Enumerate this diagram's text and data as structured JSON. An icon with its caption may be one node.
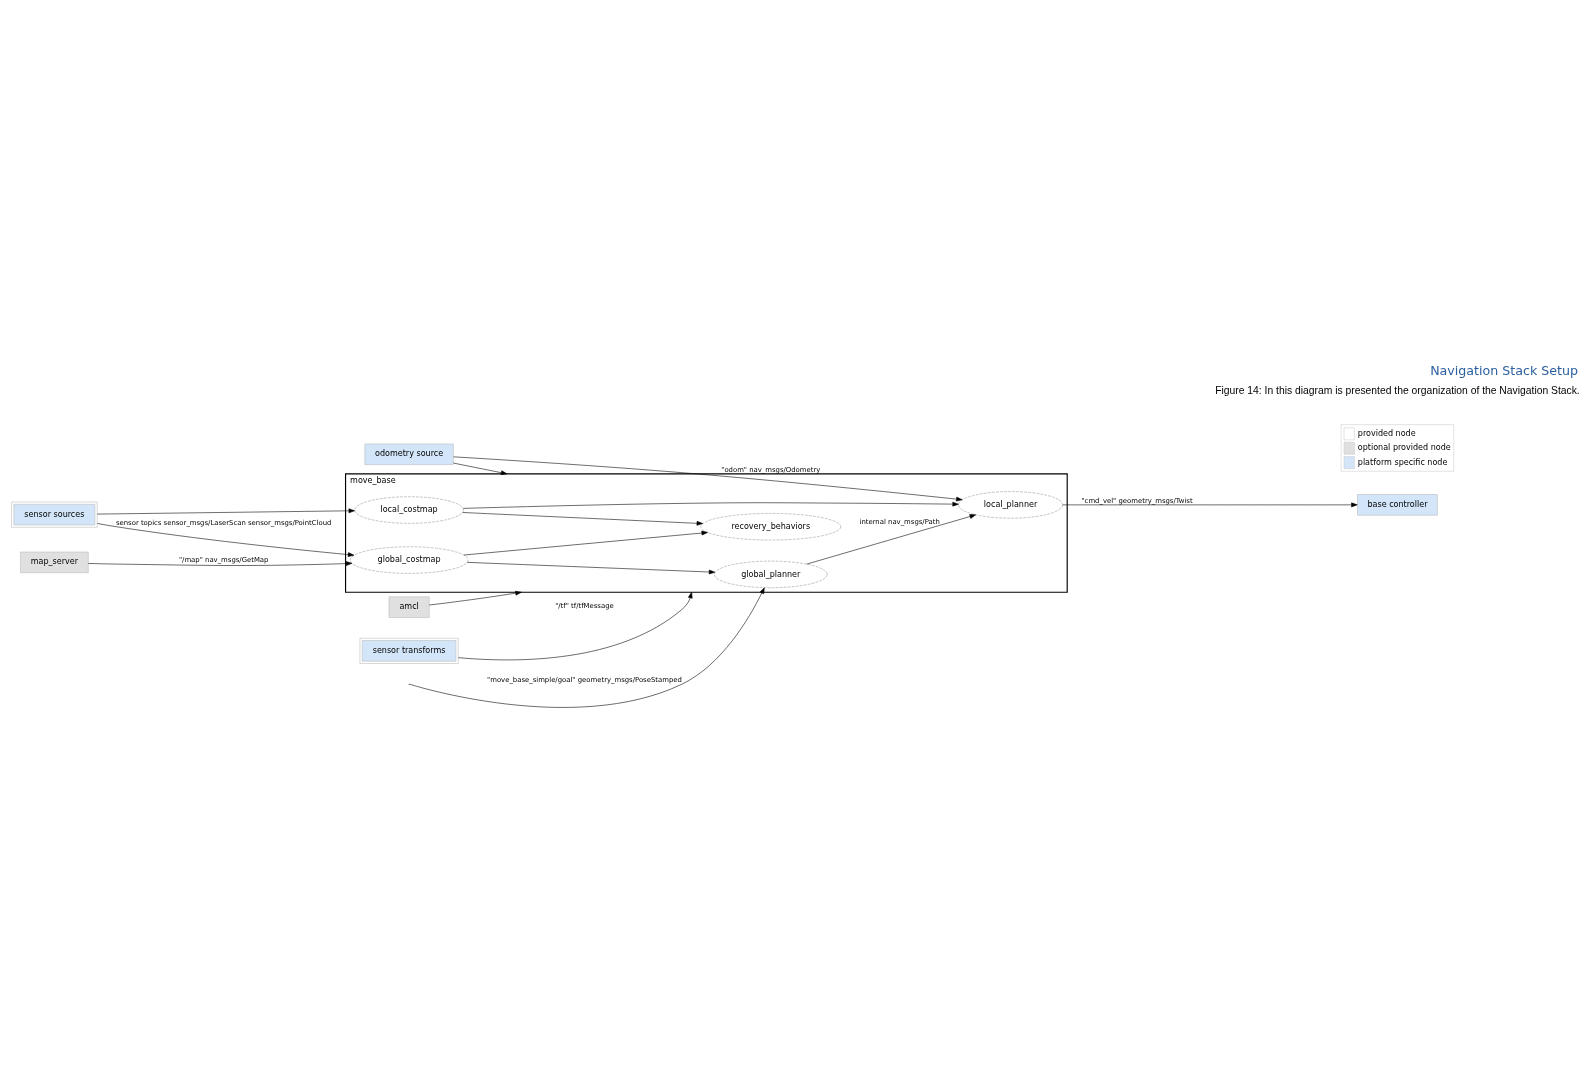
{
  "diagram": {
    "title": "Navigation Stack Setup",
    "caption": "Figure 14: In this diagram is presented the organization of the Navigation Stack.",
    "nodes": [
      {
        "text": [
          "move_base"
        ]
      },
      {
        "text": [
          "global_planner"
        ],
        "in": 0
      },
      {
        "text": [
          "global_costmap"
        ],
        "in": 0
      },
      {
        "text": [
          "recovery_behaviors"
        ],
        "in": 0
      },
      {
        "text": [
          "local_planner"
        ],
        "in": 0
      },
      {
        "text": [
          "local_costmap"
        ],
        "in": 0
      },
      {
        "text": [
          "amcl"
        ]
      },
      {
        "text": [
          "sensor transforms"
        ]
      },
      {
        "text": [
          "odometry source"
        ]
      },
      {
        "text": [
          "map_server"
        ]
      },
      {
        "text": [
          "sensor sources"
        ]
      },
      {
        "text": [
          "base controller"
        ]
      }
    ],
    "edges": [
      {
        "from": null,
        "to": 1,
        "arrow": "to",
        "label": "\"move_base_simple/goal\" geometry_msgs/PoseStamped"
      },
      {
        "from": 6,
        "to": 0,
        "arrow": "to"
      },
      {
        "from": 7,
        "to": 0,
        "arrow": "to",
        "label": "\"/tf\" tf/tfMessage"
      },
      {
        "from": 8,
        "to": 0,
        "arrow": "to"
      },
      {
        "from": 8,
        "to": 4,
        "arrow": "to",
        "label": "\"odom\" nav_msgs/Odometry"
      },
      {
        "from": 9,
        "to": 2,
        "arrow": "to",
        "label": "\"/map\" nav_msgs/GetMap"
      },
      {
        "from": 2,
        "to": 1,
        "arrow": "to"
      },
      {
        "from": 2,
        "to": 3,
        "arrow": "to"
      },
      {
        "from": 5,
        "to": 3,
        "arrow": "to"
      },
      {
        "from": 5,
        "to": 4,
        "arrow": "to"
      },
      {
        "from": 1,
        "to": 4,
        "arrow": "to",
        "label": "internal nav_msgs/Path"
      },
      {
        "from": 10,
        "to": 2,
        "arrow": "to",
        "label": "sensor topics sensor_msgs/LaserScan sensor_msgs/PointCloud"
      },
      {
        "from": 10,
        "to": 5,
        "arrow": "to"
      },
      {
        "from": 4,
        "to": 11,
        "arrow": "to",
        "label": "\"cmd_vel\" geometry_msgs/Twist"
      }
    ],
    "legend": [
      {
        "text": "provided node",
        "color": "#ffffff"
      },
      {
        "text": "optional provided node",
        "color": "#e0e0e0"
      },
      {
        "text": "platform specific node",
        "color": "#d3e5f9"
      }
    ]
  }
}
